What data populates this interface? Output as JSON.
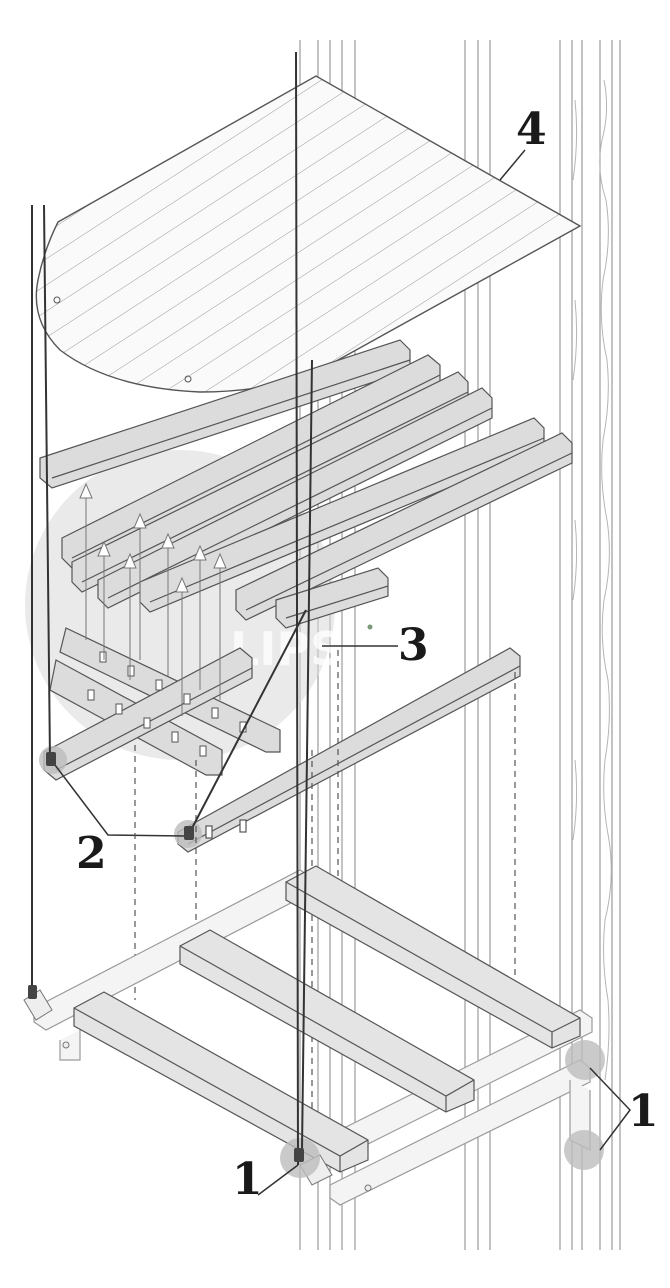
{
  "diagram": {
    "callouts": [
      {
        "id": "label-4",
        "text": "4"
      },
      {
        "id": "label-3",
        "text": "3"
      },
      {
        "id": "label-2",
        "text": "2"
      },
      {
        "id": "label-1-left",
        "text": "1"
      },
      {
        "id": "label-1-right",
        "text": "1"
      }
    ],
    "watermark": "LIPS",
    "colors": {
      "line": "#555555",
      "wood": "#dcdcdc",
      "wood_top": "#f2f2f2",
      "frame": "#e6e6e6",
      "highlight": "#bdbdbd",
      "cable": "#333333",
      "background": "#ffffff"
    }
  }
}
